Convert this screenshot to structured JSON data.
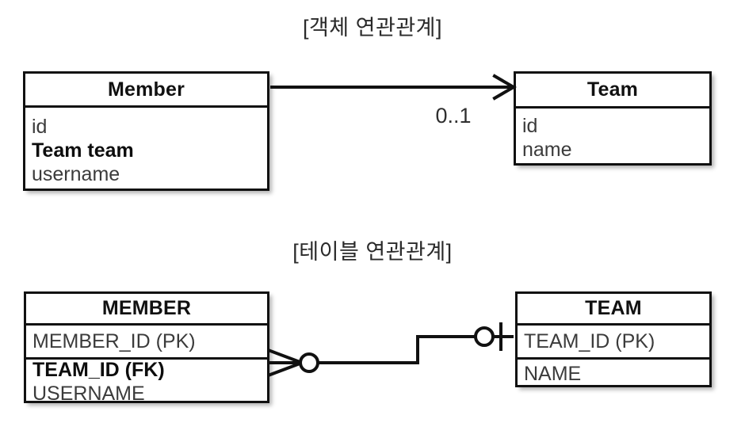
{
  "diagram": {
    "sections": [
      {
        "id": "object-association",
        "title": "[객체 연관관계]",
        "notation": "uml-class-diagram",
        "multiplicity_label": "0..1",
        "association": {
          "from": "Member",
          "to": "Team",
          "arrow": "open-arrowhead",
          "direction": "member-to-team"
        },
        "entities": [
          {
            "name": "Member",
            "attributes": [
              {
                "text": "id",
                "bold": false
              },
              {
                "text": "Team team",
                "bold": true
              },
              {
                "text": "username",
                "bold": false
              }
            ]
          },
          {
            "name": "Team",
            "attributes": [
              {
                "text": "id",
                "bold": false
              },
              {
                "text": "name",
                "bold": false
              }
            ]
          }
        ]
      },
      {
        "id": "table-association",
        "title": "[테이블 연관관계]",
        "notation": "crows-foot-erd",
        "relationship": {
          "left_entity": "MEMBER",
          "right_entity": "TEAM",
          "left_cardinality": "zero-or-many",
          "right_cardinality": "zero-or-one",
          "join_columns": [
            "TEAM_ID (FK)",
            "TEAM_ID (PK)"
          ]
        },
        "entities": [
          {
            "name": "MEMBER",
            "columns": [
              {
                "text": "MEMBER_ID (PK)",
                "bold": false
              },
              {
                "text": "TEAM_ID (FK)",
                "bold": true
              },
              {
                "text": "USERNAME",
                "bold": false
              }
            ]
          },
          {
            "name": "TEAM",
            "columns": [
              {
                "text": "TEAM_ID (PK)",
                "bold": false
              },
              {
                "text": "NAME",
                "bold": false
              }
            ]
          }
        ]
      }
    ]
  },
  "colors": {
    "background": "#ffffff",
    "stroke": "#111111",
    "title_text": "#2a2a2a",
    "attribute_text": "#3b3b3b",
    "shadow": "rgba(0,0,0,0.30)"
  }
}
